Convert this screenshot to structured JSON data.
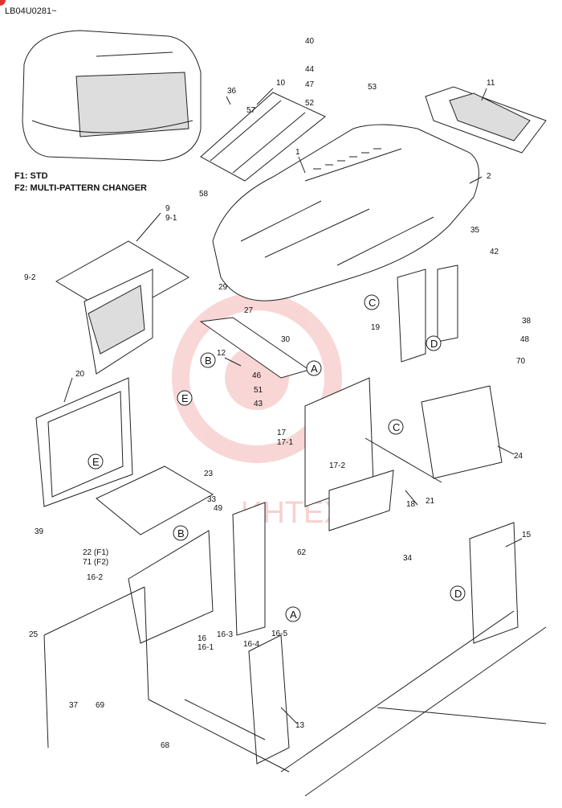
{
  "diagram_ref": "LB04U0281~",
  "legend": {
    "f1": "F1: STD",
    "f2": "F2: MULTI-PATTERN CHANGER"
  },
  "watermark_text": "ИНТЕХ",
  "colors": {
    "badge": "#e0332f",
    "watermark": "#f2a6a6",
    "line": "#222222"
  },
  "part_labels": [
    "1",
    "2",
    "9",
    "9-1",
    "9-2",
    "10",
    "11",
    "12",
    "13",
    "15",
    "16",
    "16-1",
    "16-2",
    "16-3",
    "16-4",
    "16-5",
    "17",
    "17-1",
    "17-2",
    "18",
    "19",
    "20",
    "21",
    "22 (F1)",
    "71 (F2)",
    "23",
    "24",
    "25",
    "27",
    "29",
    "30",
    "33",
    "34",
    "35",
    "36",
    "37",
    "38",
    "39",
    "40",
    "42",
    "43",
    "44",
    "46",
    "47",
    "48",
    "49",
    "51",
    "52",
    "53",
    "57",
    "58",
    "62",
    "68",
    "69",
    "70"
  ],
  "callouts": [
    "A",
    "B",
    "C",
    "D",
    "E"
  ]
}
